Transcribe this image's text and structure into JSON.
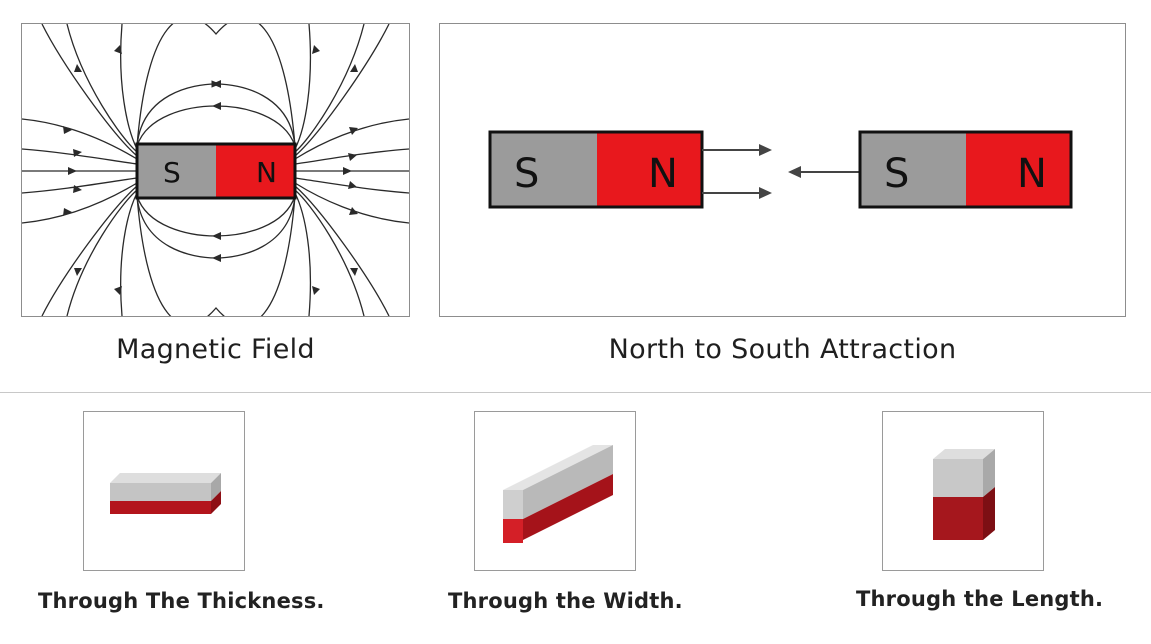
{
  "magnetic_field": {
    "caption": "Magnetic Field",
    "magnet": {
      "south_label": "S",
      "north_label": "N"
    }
  },
  "attraction": {
    "caption": "North to South Attraction",
    "left_magnet": {
      "south_label": "S",
      "north_label": "N"
    },
    "right_magnet": {
      "south_label": "S",
      "north_label": "N"
    }
  },
  "magnetization": [
    {
      "label": "Through The Thickness."
    },
    {
      "label": "Through the Width."
    },
    {
      "label": "Through the Length."
    }
  ],
  "colors": {
    "south": "#9b9b9b",
    "north": "#e8181d",
    "field_line": "#2a2a2a",
    "block_gray_top": "#d9d9d9",
    "block_red": "#b3151c"
  }
}
